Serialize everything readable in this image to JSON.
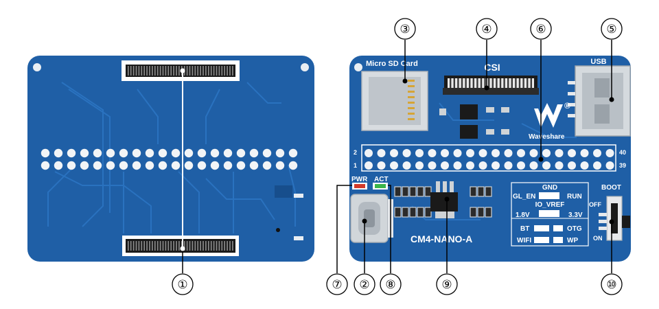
{
  "colors": {
    "pcb": "#1f5fa6",
    "pcb_dark": "#174e8c",
    "trace": "#2a72bf",
    "silkscreen": "#ffffff",
    "header_hole": "#f2f4f6",
    "connector_black": "#1a1a1a",
    "usb_metal": "#c9ced3",
    "led_red": "#d23a2a",
    "led_green": "#3bb54a"
  },
  "callouts": [
    {
      "num": "①",
      "target": "cm4-board-to-board-connectors"
    },
    {
      "num": "②",
      "target": "usb-c-port"
    },
    {
      "num": "③",
      "target": "micro-sd-card-slot"
    },
    {
      "num": "④",
      "target": "csi-connector"
    },
    {
      "num": "⑤",
      "target": "usb-a-port"
    },
    {
      "num": "⑥",
      "target": "gpio-header-40pin"
    },
    {
      "num": "⑦",
      "target": "pwr-led"
    },
    {
      "num": "⑧",
      "target": "act-led"
    },
    {
      "num": "⑨",
      "target": "regulator-chip"
    },
    {
      "num": "⑩",
      "target": "boot-switch"
    }
  ],
  "front": {
    "micro_sd_label": "Micro SD Card",
    "csi_label": "CSI",
    "usb_label": "USB",
    "brand": "Waveshare",
    "registered": "®",
    "header_pin2": "2",
    "header_pin1": "1",
    "header_pin40": "40",
    "header_pin39": "39",
    "pwr_label": "PWR",
    "act_label": "ACT",
    "gnd_label": "GND",
    "gl_en_label": "GL_EN",
    "run_label": "RUN",
    "io_vref_label": "IO_VREF",
    "v18_label": "1.8V",
    "v33_label": "3.3V",
    "bt_label": "BT",
    "otg_label": "OTG",
    "wifi_label": "WIFI",
    "wp_label": "WP",
    "boot_label": "BOOT",
    "off_label": "OFF",
    "on_label": "ON",
    "board_name": "CM4-NANO-A"
  }
}
